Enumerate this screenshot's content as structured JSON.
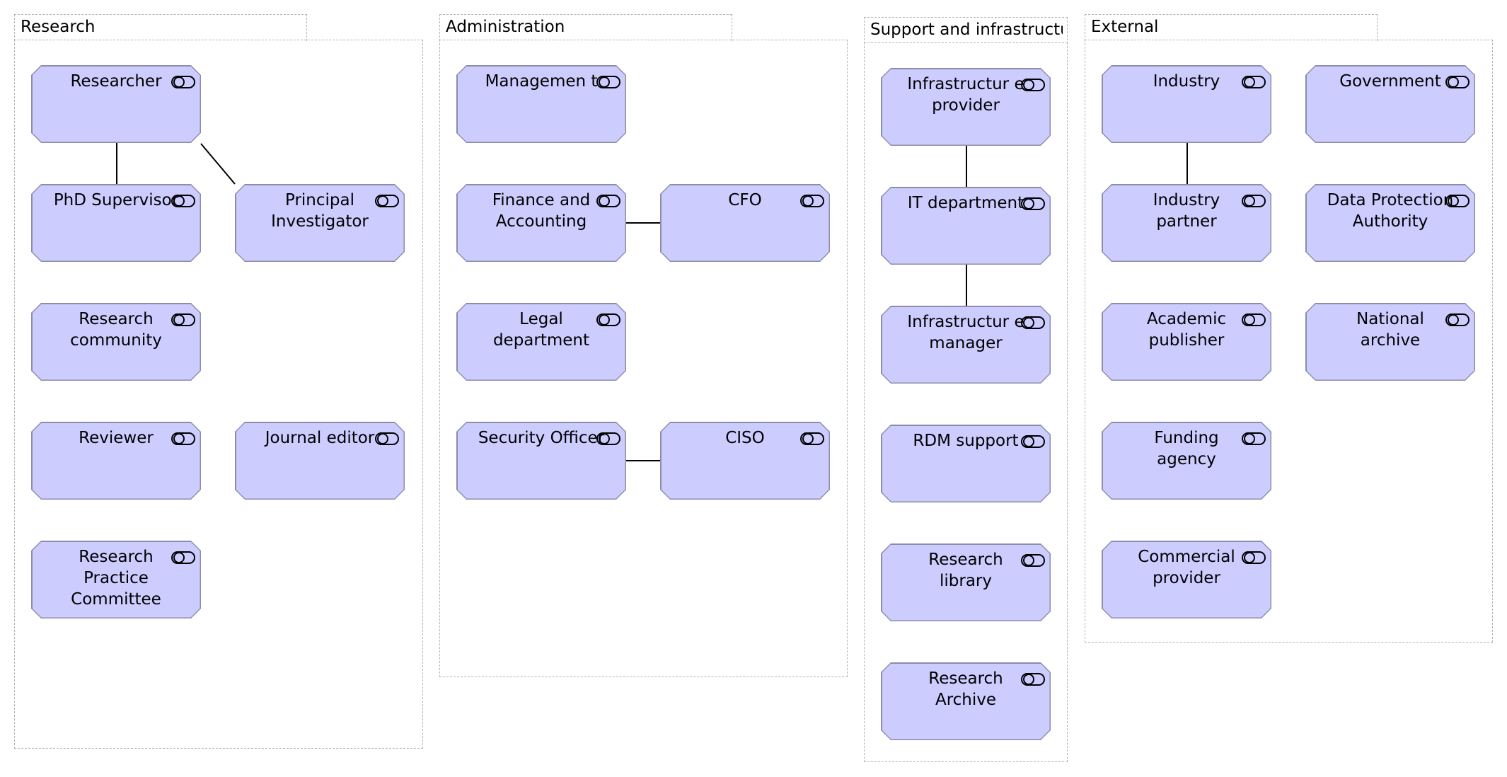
{
  "groups": {
    "research": {
      "label": "Research"
    },
    "administration": {
      "label": "Administration"
    },
    "support": {
      "label": "Support and infrastructu"
    },
    "external": {
      "label": "External"
    }
  },
  "roles": {
    "researcher": "Researcher",
    "phd_supervisor": "PhD Supervisor",
    "principal_investigator": "Principal Investigator",
    "research_community": "Research community",
    "reviewer": "Reviewer",
    "journal_editor": "Journal editor",
    "research_practice_committee": "Research Practice Committee",
    "management": "Managemen t",
    "finance_accounting": "Finance and Accounting",
    "cfo": "CFO",
    "legal_department": "Legal department",
    "security_officer": "Security Officer",
    "ciso": "CISO",
    "infrastructure_provider": "Infrastructur e provider",
    "it_department": "IT department",
    "infrastructure_manager": "Infrastructur e manager",
    "rdm_support": "RDM support",
    "research_library": "Research library",
    "research_archive": "Research Archive",
    "industry": "Industry",
    "government": "Government",
    "industry_partner": "Industry partner",
    "data_protection_authority": "Data Protection Authority",
    "academic_publisher": "Academic publisher",
    "national_archive": "National archive",
    "funding_agency": "Funding agency",
    "commercial_provider": "Commercial provider"
  },
  "icons": {
    "role": "role-toggle-icon"
  },
  "colors": {
    "role_fill": "#ccccff",
    "role_border": "#8c8cab",
    "group_border": "#b3b3b3"
  }
}
